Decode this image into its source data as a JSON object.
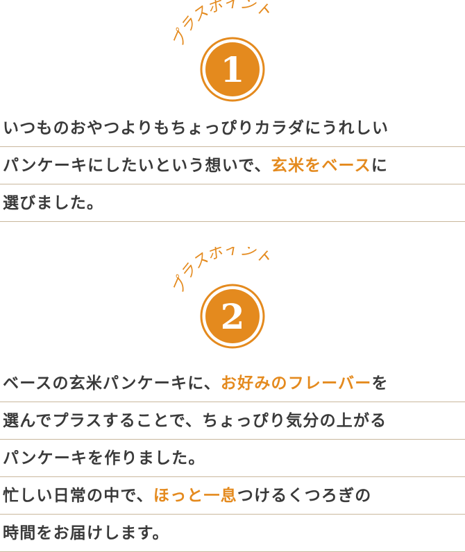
{
  "colors": {
    "accent": "#e48a1e",
    "text": "#3a3a3a",
    "rule": "#c9b79c"
  },
  "points": [
    {
      "label": "プラスポイント",
      "number": "1",
      "lines": [
        {
          "before": "いつものおやつよりもちょっぴりカラダにうれしい",
          "highlight": "",
          "after": ""
        },
        {
          "before": "パンケーキにしたいという想いで、",
          "highlight": "玄米をベース",
          "after": "に"
        },
        {
          "before": "選びました。",
          "highlight": "",
          "after": ""
        }
      ]
    },
    {
      "label": "プラスポイント",
      "number": "2",
      "lines": [
        {
          "before": "ベースの玄米パンケーキに、",
          "highlight": "お好みのフレーバー",
          "after": "を"
        },
        {
          "before": "選んでプラスすることで、ちょっぴり気分の上がる",
          "highlight": "",
          "after": ""
        },
        {
          "before": "パンケーキを作りました。",
          "highlight": "",
          "after": ""
        },
        {
          "before": "忙しい日常の中で、",
          "highlight": "ほっと一息",
          "after": "つけるくつろぎの"
        },
        {
          "before": "時間をお届けします。",
          "highlight": "",
          "after": ""
        }
      ]
    }
  ]
}
